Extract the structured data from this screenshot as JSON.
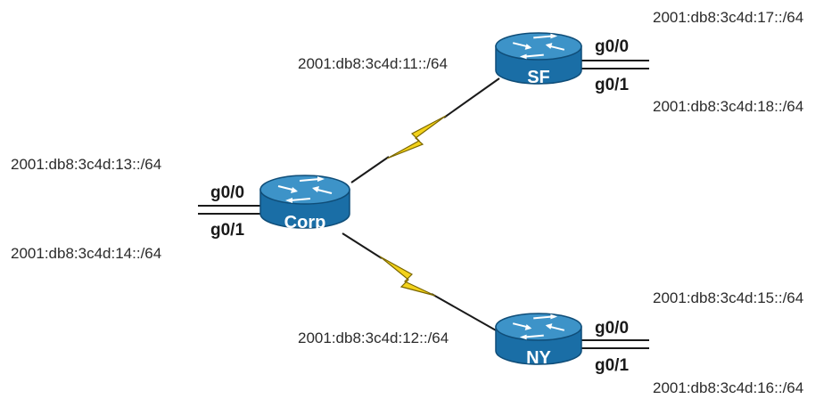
{
  "colors": {
    "router_top": "#3d93c8",
    "router_body": "#1a6ea6",
    "router_edge": "#0f4d78",
    "serial_link": "#f3d21a"
  },
  "routers": {
    "corp": {
      "name": "Corp",
      "icon": "router-icon",
      "g0_0": "g0/0",
      "g0_1": "g0/1",
      "net_g0_0": "2001:db8:3c4d:13::/64",
      "net_g0_1": "2001:db8:3c4d:14::/64"
    },
    "sf": {
      "name": "SF",
      "icon": "router-icon",
      "g0_0": "g0/0",
      "g0_1": "g0/1",
      "net_g0_0": "2001:db8:3c4d:17::/64",
      "net_g0_1": "2001:db8:3c4d:18::/64"
    },
    "ny": {
      "name": "NY",
      "icon": "router-icon",
      "g0_0": "g0/0",
      "g0_1": "g0/1",
      "net_g0_0": "2001:db8:3c4d:15::/64",
      "net_g0_1": "2001:db8:3c4d:16::/64"
    }
  },
  "wan_links": {
    "corp_sf": {
      "icon": "lightning-bolt-icon",
      "network": "2001:db8:3c4d:11::/64"
    },
    "corp_ny": {
      "icon": "lightning-bolt-icon",
      "network": "2001:db8:3c4d:12::/64"
    }
  }
}
